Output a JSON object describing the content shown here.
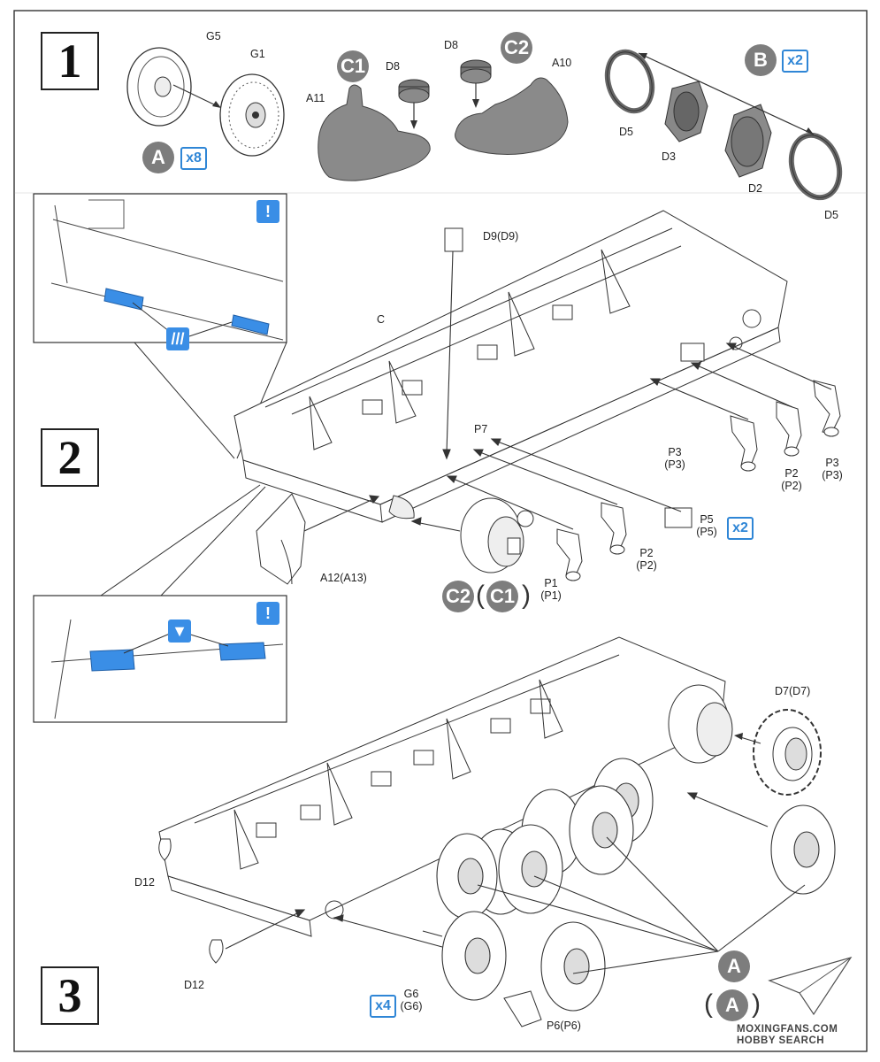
{
  "steps": {
    "s1": "1",
    "s2": "2",
    "s3": "3"
  },
  "badges": {
    "A": "A",
    "B": "B",
    "C1": "C1",
    "C2": "C2"
  },
  "quantities": {
    "x8": "x8",
    "x2": "x2",
    "x4": "x4"
  },
  "step1": {
    "labels": {
      "G5": "G5",
      "G1": "G1",
      "D8a": "D8",
      "D8b": "D8",
      "A11": "A11",
      "A10": "A10",
      "D5a": "D5",
      "D3": "D3",
      "D2": "D2",
      "D5b": "D5"
    }
  },
  "step2": {
    "labels": {
      "D9": "D9(D9)",
      "C": "C",
      "P7": "P7",
      "P3a": "P3",
      "P3a_alt": "(P3)",
      "P2a": "P2",
      "P2a_alt": "(P2)",
      "P3b": "P3",
      "P3b_alt": "(P3)",
      "P5": "P5",
      "P5_alt": "(P5)",
      "P2b": "P2",
      "P2b_alt": "(P2)",
      "P1": "P1",
      "P1_alt": "(P1)",
      "A12": "A12(A13)"
    },
    "paren_open": "(",
    "paren_close": ")"
  },
  "step3": {
    "labels": {
      "D7": "D7(D7)",
      "D12a": "D12",
      "D12b": "D12",
      "G6": "G6",
      "G6_alt": "(G6)",
      "P6": "P6(P6)"
    },
    "paren_open": "(",
    "paren_close": ")"
  },
  "icons": {
    "note": "info-note-icon",
    "paint": "paint-stripes-icon",
    "glue": "glue-icon"
  },
  "colors": {
    "ink": "#222222",
    "part_gray": "#7d7d7d",
    "accent_blue": "#2f86d6",
    "tape_blue": "#3a8ee6"
  },
  "watermark": {
    "line1": "MOXINGFANS.COM",
    "line2": "HOBBY SEARCH"
  }
}
